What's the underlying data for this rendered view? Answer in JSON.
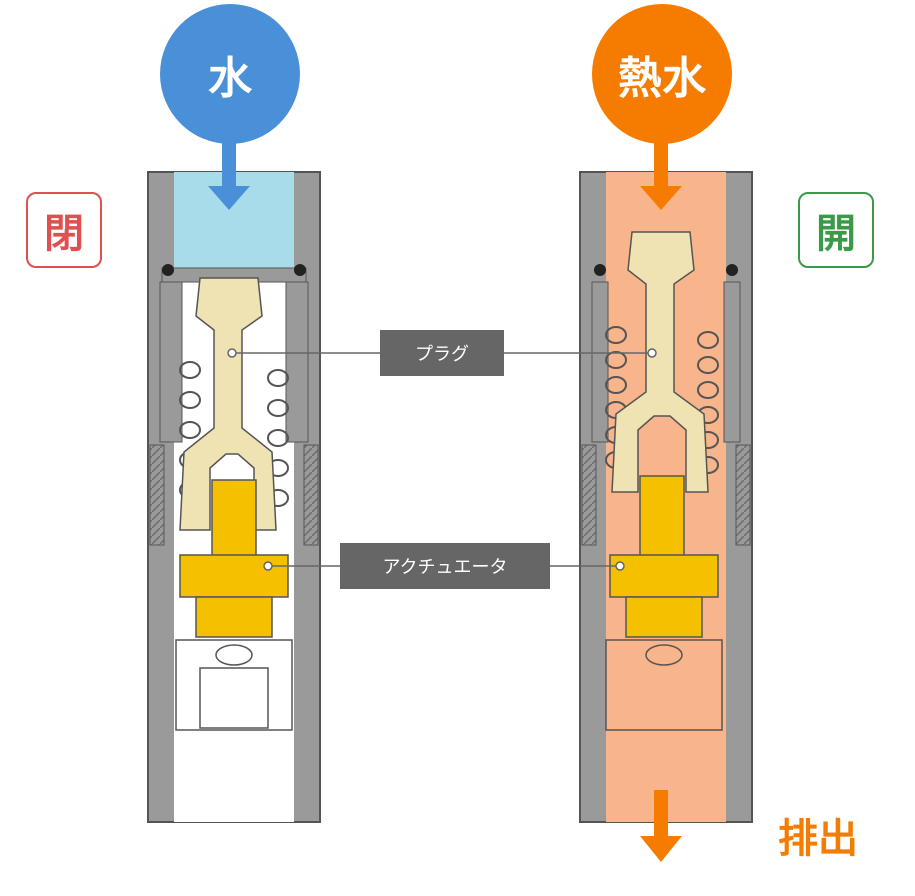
{
  "left_valve": {
    "inlet_label": "水",
    "state_label": "閉"
  },
  "right_valve": {
    "inlet_label": "熱水",
    "state_label": "開",
    "outlet_label": "排出"
  },
  "callouts": {
    "plug": "プラグ",
    "actuator": "アクチュエータ"
  },
  "colors": {
    "cold_water": "#4a90d9",
    "cold_water_fill": "#a8dcea",
    "hot_water": "#f57c00",
    "hot_water_fill": "#f8b48a",
    "closed": "#e05050",
    "open": "#3a9a4a",
    "plug": "#efe3b3",
    "actuator": "#f5c000",
    "body": "#9a9a9a"
  }
}
